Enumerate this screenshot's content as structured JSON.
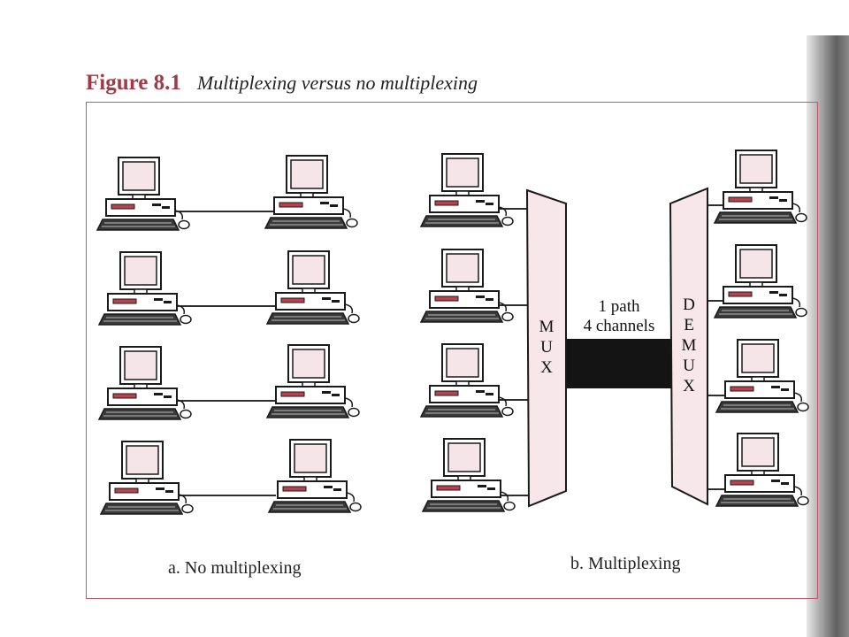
{
  "figure": {
    "label": "Figure 8.1",
    "title": "Multiplexing versus no multiplexing"
  },
  "panel_a": {
    "caption": "a. No multiplexing"
  },
  "panel_b": {
    "caption": "b. Multiplexing",
    "mux_label": "MUX",
    "demux_label": "DEMUX",
    "path_line1": "1 path",
    "path_line2": "4 channels"
  },
  "colors": {
    "accent": "#a23a46",
    "screen": "#f5e4e8",
    "case": "#ffffff",
    "outline": "#1a1a1a",
    "keyboard": "#3a3a3a",
    "drive_slot": "#b8424e",
    "mux_fill": "#f7e6ea",
    "link": "#111111"
  }
}
